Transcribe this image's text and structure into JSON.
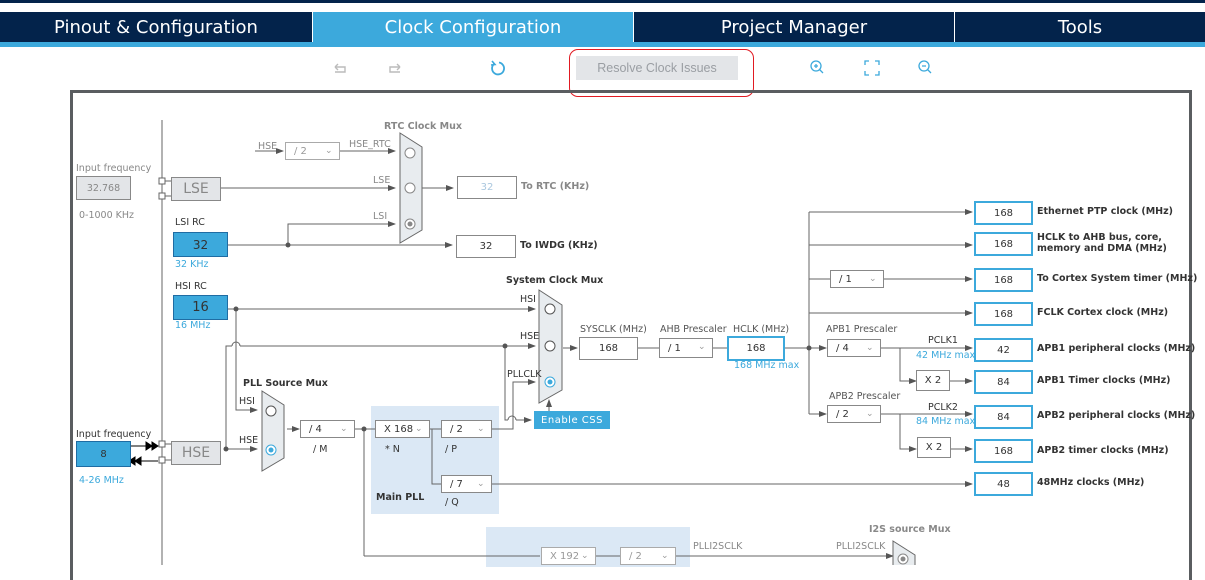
{
  "tabs": [
    {
      "label": "Pinout & Configuration",
      "active": false
    },
    {
      "label": "Clock Configuration",
      "active": true
    },
    {
      "label": "Project Manager",
      "active": false
    },
    {
      "label": "Tools",
      "active": false
    }
  ],
  "toolbar": {
    "undo_icon": "undo-icon",
    "redo_icon": "redo-icon",
    "reset_icon": "refresh-icon",
    "resolve_label": "Resolve Clock Issues",
    "zoom_in_icon": "zoom-in-icon",
    "fit_icon": "fit-to-screen-icon",
    "zoom_out_icon": "zoom-out-icon"
  },
  "colors": {
    "brand_dark": "#03234b",
    "accent": "#3ca9dc",
    "highlight_ring": "#e11a22"
  },
  "lse": {
    "input_label": "Input frequency",
    "input_value": "32.768",
    "range": "0-1000 KHz",
    "block_label": "LSE"
  },
  "lsi": {
    "title": "LSI RC",
    "value": "32",
    "unit": "32 KHz"
  },
  "hsi": {
    "title": "HSI RC",
    "value": "16",
    "unit": "16 MHz"
  },
  "hse": {
    "input_label": "Input frequency",
    "input_value": "8",
    "range": "4-26 MHz",
    "block_label": "HSE"
  },
  "rtc": {
    "mux_title": "RTC Clock Mux",
    "hse_label": "HSE",
    "hse_div": "/ 2",
    "hse_rtc_label": "HSE_RTC",
    "lse_label": "LSE",
    "lsi_label": "LSI",
    "rtc_value": "32",
    "rtc_label": "To RTC (KHz)",
    "iwdg_value": "32",
    "iwdg_label": "To IWDG (KHz)"
  },
  "pll_source": {
    "title": "PLL Source Mux",
    "hsi_label": "HSI",
    "hse_label": "HSE",
    "m_value": "/ 4",
    "m_label": "/ M"
  },
  "main_pll": {
    "title": "Main PLL",
    "n_value": "X 168",
    "n_label": "* N",
    "p_value": "/ 2",
    "p_label": "/ P",
    "q_value": "/ 7",
    "q_label": "/ Q"
  },
  "sysclk_mux": {
    "title": "System Clock Mux",
    "hsi_label": "HSI",
    "hse_label": "HSE",
    "pll_label": "PLLCLK",
    "enable_css": "Enable CSS"
  },
  "sysclk": {
    "label": "SYSCLK (MHz)",
    "value": "168"
  },
  "ahb": {
    "label": "AHB Prescaler",
    "value": "/ 1",
    "hclk_label": "HCLK (MHz)",
    "hclk_value": "168",
    "hclk_max": "168 MHz max"
  },
  "cortex_div": "/ 1",
  "apb1": {
    "label": "APB1 Prescaler",
    "value": "/ 4",
    "pclk_label": "PCLK1",
    "pclk_max": "42 MHz max",
    "timer_mult": "X 2"
  },
  "apb2": {
    "label": "APB2 Prescaler",
    "value": "/ 2",
    "pclk_label": "PCLK2",
    "pclk_max": "84 MHz max",
    "timer_mult": "X 2"
  },
  "outputs": [
    {
      "value": "168",
      "label": "Ethernet PTP clock (MHz)"
    },
    {
      "value": "168",
      "label": "HCLK to AHB bus, core,",
      "label2": "memory and DMA (MHz)"
    },
    {
      "value": "168",
      "label": "To Cortex System timer (MHz)"
    },
    {
      "value": "168",
      "label": "FCLK Cortex clock (MHz)"
    },
    {
      "value": "42",
      "label": "APB1 peripheral clocks (MHz)"
    },
    {
      "value": "84",
      "label": "APB1 Timer clocks (MHz)"
    },
    {
      "value": "84",
      "label": "APB2 peripheral clocks (MHz)"
    },
    {
      "value": "168",
      "label": "APB2 timer clocks (MHz)"
    },
    {
      "value": "48",
      "label": "48MHz clocks (MHz)"
    }
  ],
  "plli2s": {
    "n_value": "X 192",
    "r_value": "/ 2",
    "clk_label": "PLLI2SCLK",
    "mux_input_label": "PLLI2SCLK",
    "mux_title": "I2S source Mux"
  }
}
